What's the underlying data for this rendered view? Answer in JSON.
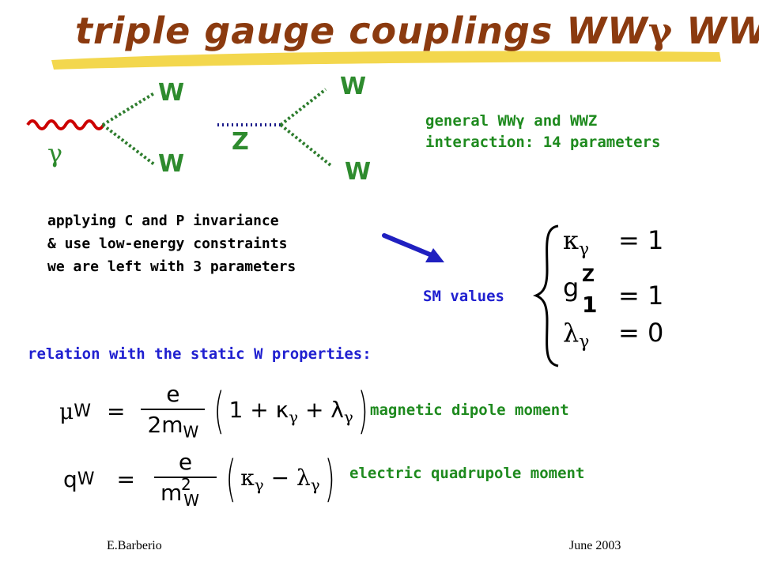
{
  "slide": {
    "title_text": "triple gauge couplings WW",
    "title_gamma": "γ",
    "title_tail": " WWZ",
    "diagram1": {
      "boson": "γ",
      "w_top": "W",
      "w_bottom": "W"
    },
    "diagram2": {
      "boson": "Z",
      "w_top": "W",
      "w_bottom": "W"
    },
    "general_line1": "general WWγ and WWZ",
    "general_line2": "interaction: 14 parameters",
    "applying_line1": "applying C and P invariance",
    "applying_line2": "& use low-energy constraints",
    "applying_line3": "we are left with 3 parameters",
    "sm_label": "SM values",
    "sm": {
      "kappa": "κ",
      "gamma": "γ",
      "eq1": "= 1",
      "g": "g",
      "g_sup": "Z",
      "g_sub": "1",
      "eq2": "= 1",
      "lambda": "λ",
      "eq3": "= 0"
    },
    "relation_label": "relation with the static W properties:",
    "mu_eq": {
      "lhs": "μ",
      "lhs_sub": "W",
      "eq": "=",
      "num": "e",
      "den": "2m",
      "den_sub": "W",
      "inner": "1 + κ",
      "inner_g1": "γ",
      "plus": " + λ",
      "inner_g2": "γ"
    },
    "q_eq": {
      "lhs": "q",
      "lhs_sub": "W",
      "eq": "=",
      "num": "e",
      "den": "m",
      "den_sup": "2",
      "den_sub": "W",
      "inner": "κ",
      "inner_g1": "γ",
      "minus": " − λ",
      "inner_g2": "γ"
    },
    "magnetic_label": "magnetic dipole moment",
    "electric_label": "electric quadrupole moment",
    "footer_left": "E.Barberio",
    "footer_right": "June 2003"
  },
  "colors": {
    "title": "#8b3a0f",
    "highlight": "#f2d33a",
    "green": "#1e8a1e",
    "blue": "#2020d0",
    "photon": "#cc0000",
    "arrow": "#2020c0"
  }
}
